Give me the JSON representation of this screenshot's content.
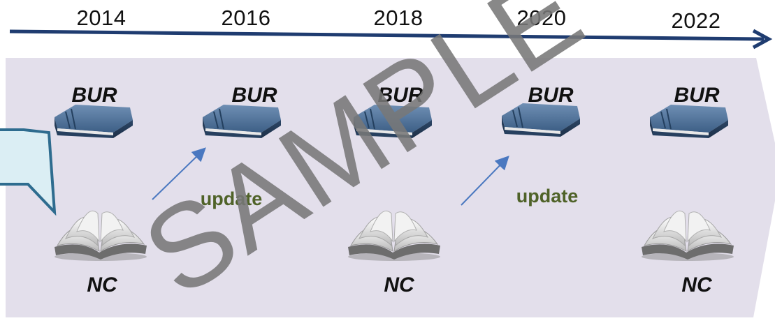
{
  "timeline": {
    "years": [
      "2014",
      "2016",
      "2018",
      "2020",
      "2022"
    ]
  },
  "reports": {
    "bur_label": "BUR",
    "nc_label": "NC",
    "update_label": "update"
  },
  "colors": {
    "timeline_axis": "#1f3c70",
    "band_fill": "#e3dfeb",
    "callout_fill": "#dbeef4",
    "callout_border": "#2e6c8f",
    "update_text": "#4f6228",
    "update_arrow": "#4a78c0"
  },
  "icons": {
    "bur": "closed-blue-book-icon",
    "nc": "open-book-icon"
  },
  "watermark": "SAMPLE"
}
